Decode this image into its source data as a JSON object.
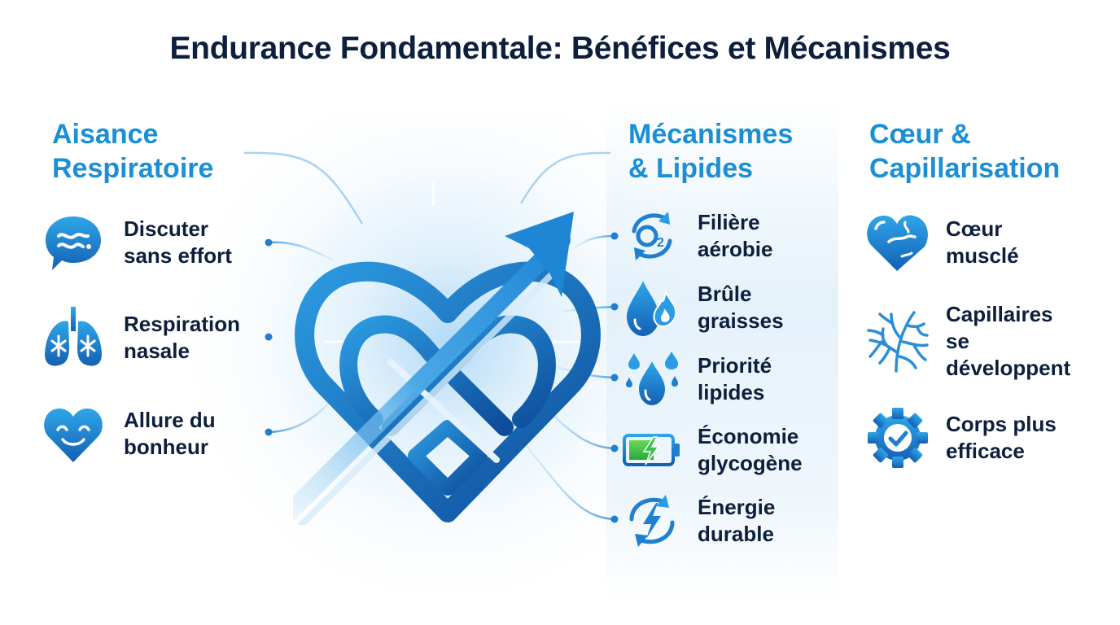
{
  "title": "Endurance Fondamentale: Bénéfices et Mécanismes",
  "colors": {
    "heading": "#1a8fd6",
    "text": "#0d1f3c",
    "icon_primary": "#1f7fd0",
    "icon_dark": "#1456a8",
    "battery_green": "#3cc04a"
  },
  "center_graphic": {
    "icon": "interlaced-heart-with-rising-arrow-icon"
  },
  "columns": [
    {
      "heading": "Aisance\nRespiratoire",
      "items": [
        {
          "label": "Discuter\nsans effort",
          "icon": "speech-bubble-wave-icon"
        },
        {
          "label": "Respiration\nnasale",
          "icon": "lungs-icon"
        },
        {
          "label": "Allure du\nbonheur",
          "icon": "smiling-heart-icon"
        }
      ]
    },
    {
      "heading": "Mécanismes\n& Lipides",
      "items": [
        {
          "label": "Filière\naérobie",
          "icon": "o2-cycle-icon"
        },
        {
          "label": "Brûle\ngraisses",
          "icon": "fat-drop-flame-icon"
        },
        {
          "label": "Priorité\nlipides",
          "icon": "droplets-icon"
        },
        {
          "label": "Économie\nglycogène",
          "icon": "battery-charging-icon"
        },
        {
          "label": "Énergie\ndurable",
          "icon": "renewable-energy-icon"
        }
      ]
    },
    {
      "heading": "Cœur &\nCapillarisation",
      "items": [
        {
          "label": "Cœur\nmusclé",
          "icon": "muscular-heart-icon"
        },
        {
          "label": "Capillaires\nse\ndéveloppent",
          "icon": "capillaries-tree-icon"
        },
        {
          "label": "Corps plus\nefficace",
          "icon": "gear-check-icon"
        }
      ]
    }
  ]
}
